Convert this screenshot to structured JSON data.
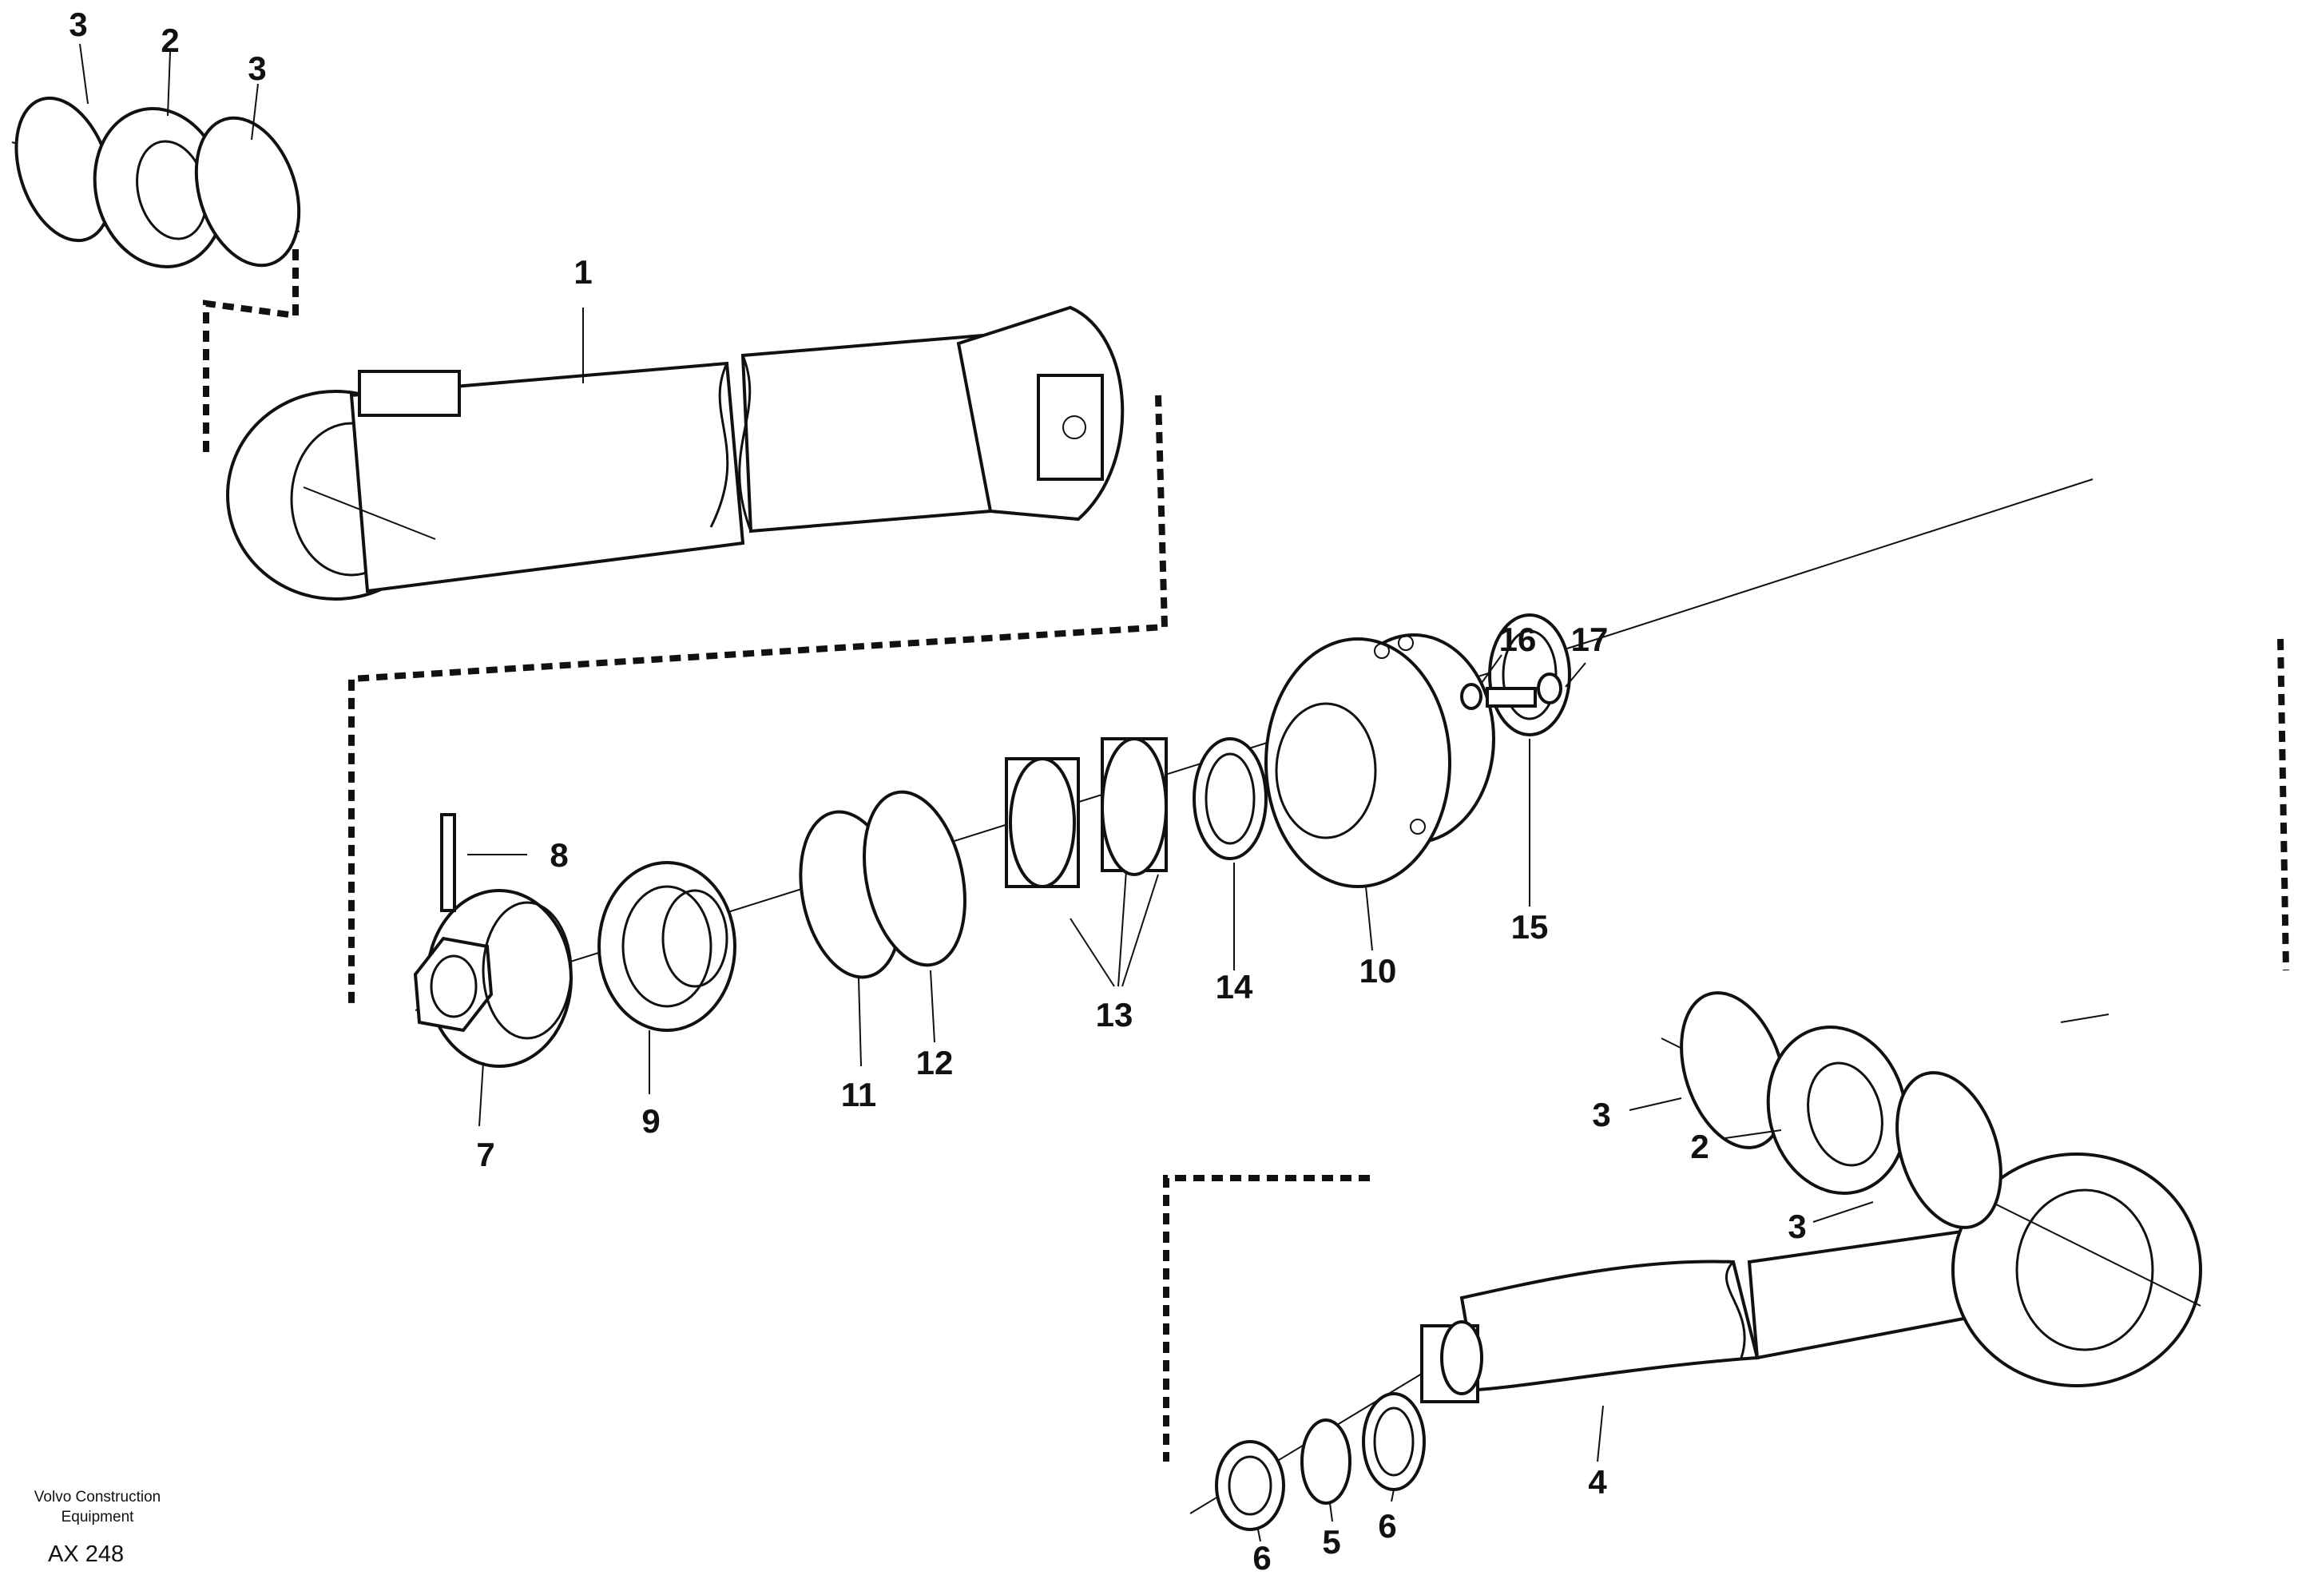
{
  "callouts": {
    "c3a": "3",
    "c2a": "2",
    "c3b": "3",
    "c1": "1",
    "c8": "8",
    "c7": "7",
    "c9": "9",
    "c11": "11",
    "c12": "12",
    "c13": "13",
    "c14": "14",
    "c10": "10",
    "c15": "15",
    "c16": "16",
    "c17": "17",
    "c3c": "3",
    "c2b": "2",
    "c3d": "3",
    "c4": "4",
    "c6a": "6",
    "c5": "5",
    "c6b": "6"
  },
  "footer": {
    "company_line1": "Volvo Construction",
    "company_line2": "Equipment",
    "code": "AX 248"
  }
}
